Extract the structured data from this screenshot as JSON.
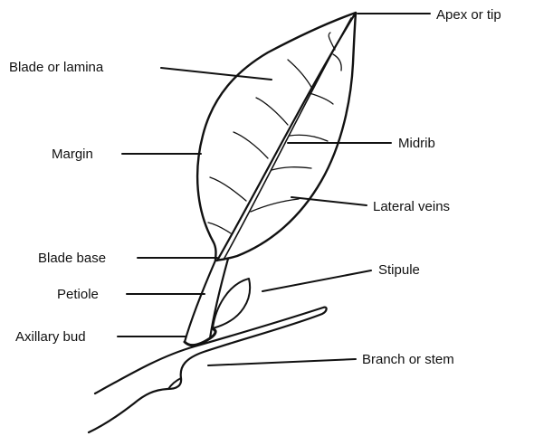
{
  "diagram": {
    "labels": {
      "apex": "Apex or tip",
      "blade": "Blade or lamina",
      "margin": "Margin",
      "midrib": "Midrib",
      "lateral_veins": "Lateral veins",
      "blade_base": "Blade base",
      "stipule": "Stipule",
      "petiole": "Petiole",
      "axillary_bud": "Axillary bud",
      "branch": "Branch or stem"
    }
  }
}
